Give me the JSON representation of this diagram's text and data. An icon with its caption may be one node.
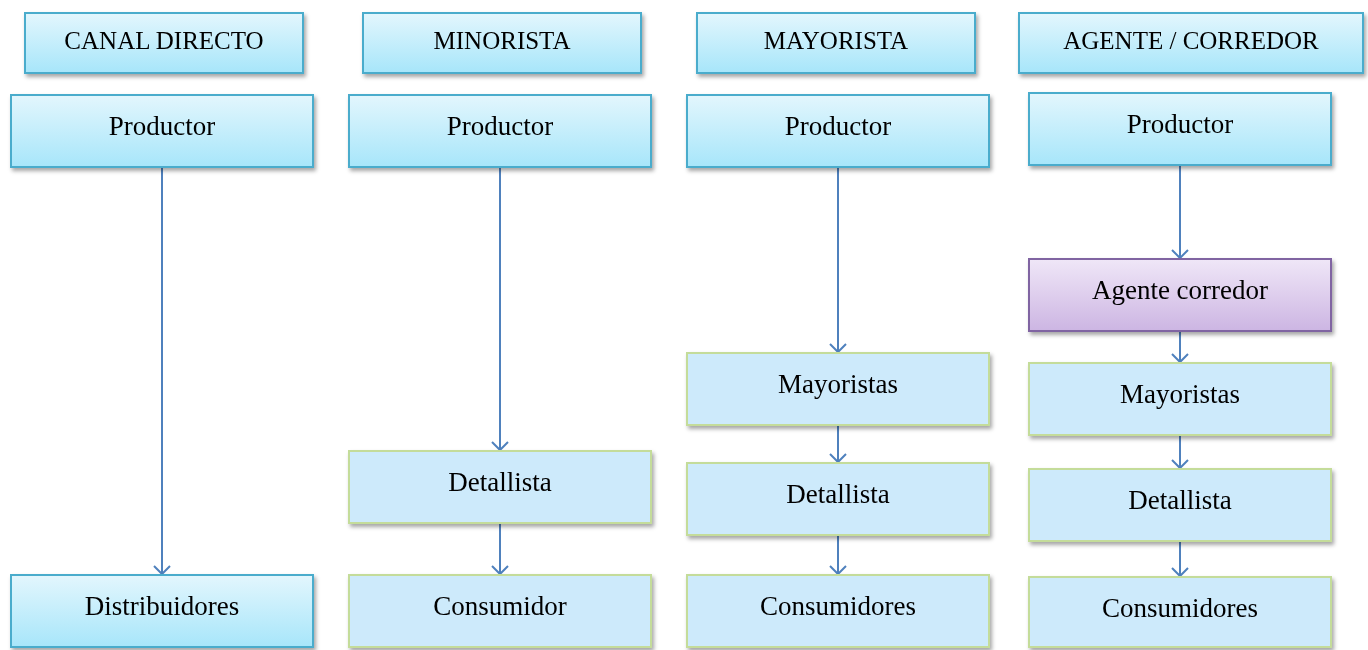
{
  "diagram": {
    "nodes": [
      {
        "text": [
          "CANAL DIRECTO"
        ]
      },
      {
        "text": [
          "MINORISTA"
        ]
      },
      {
        "text": [
          "MAYORISTA"
        ]
      },
      {
        "text": [
          "AGENTE / CORREDOR"
        ]
      },
      {
        "text": [
          "Productor"
        ]
      },
      {
        "text": [
          "Productor"
        ]
      },
      {
        "text": [
          "Productor"
        ]
      },
      {
        "text": [
          "Productor"
        ]
      },
      {
        "text": [
          "Agente corredor"
        ]
      },
      {
        "text": [
          "Mayoristas"
        ]
      },
      {
        "text": [
          "Mayoristas"
        ]
      },
      {
        "text": [
          "Detallista"
        ]
      },
      {
        "text": [
          "Detallista"
        ]
      },
      {
        "text": [
          "Detallista"
        ]
      },
      {
        "text": [
          "Distribuidores"
        ]
      },
      {
        "text": [
          "Consumidor"
        ]
      },
      {
        "text": [
          "Consumidores"
        ]
      },
      {
        "text": [
          "Consumidores"
        ]
      }
    ],
    "edges": [
      {
        "from": 4,
        "to": 14,
        "arrow": "to"
      },
      {
        "from": 5,
        "to": 11,
        "arrow": "to"
      },
      {
        "from": 11,
        "to": 15,
        "arrow": "to"
      },
      {
        "from": 6,
        "to": 9,
        "arrow": "to"
      },
      {
        "from": 9,
        "to": 12,
        "arrow": "to"
      },
      {
        "from": 12,
        "to": 16,
        "arrow": "to"
      },
      {
        "from": 7,
        "to": 8,
        "arrow": "to"
      },
      {
        "from": 8,
        "to": 10,
        "arrow": "to"
      },
      {
        "from": 10,
        "to": 13,
        "arrow": "to"
      },
      {
        "from": 13,
        "to": 17,
        "arrow": "to"
      }
    ]
  }
}
